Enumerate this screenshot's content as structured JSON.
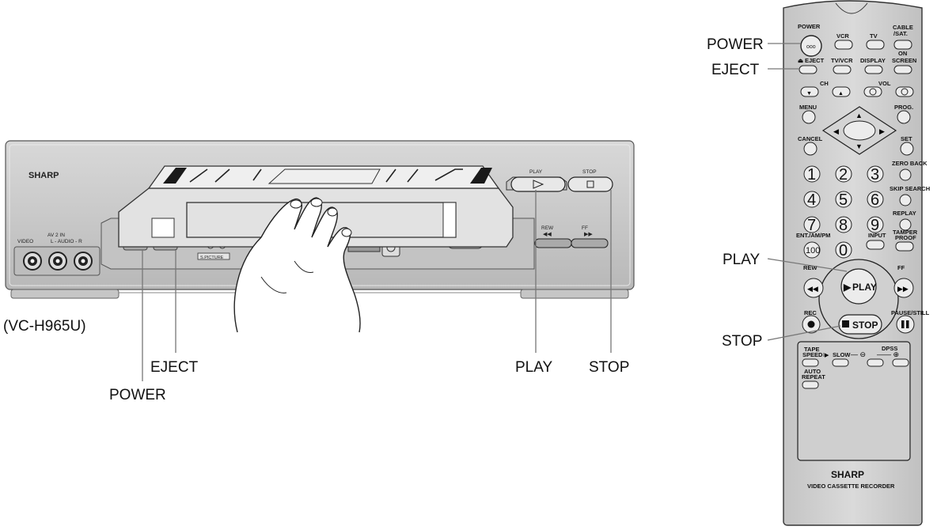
{
  "diagram": {
    "model_label": "(VC-H965U)",
    "vcr_callouts": {
      "eject": "EJECT",
      "power": "POWER",
      "play": "PLAY",
      "stop": "STOP"
    },
    "remote_callouts": {
      "power": "POWER",
      "eject": "EJECT",
      "play": "PLAY",
      "stop": "STOP"
    }
  },
  "vcr": {
    "brand": "SHARP",
    "av_in_label": "AV 2 IN",
    "video_label": "VIDEO",
    "audio_label": "L - AUDIO - R",
    "play_label": "PLAY",
    "stop_label": "STOP",
    "rew_label": "REW",
    "ff_label": "FF",
    "spicture_label": "S.PICTURE"
  },
  "remote": {
    "brand": "SHARP",
    "subtitle": "VIDEO CASSETTE RECORDER",
    "buttons": {
      "power": "POWER",
      "vcr": "VCR",
      "tv": "TV",
      "cable_1": "CABLE",
      "cable_2": "/SAT.",
      "eject": "EJECT",
      "tvvcr": "TV/VCR",
      "display": "DISPLAY",
      "on": "ON",
      "screen": "SCREEN",
      "ch": "CH",
      "vol": "VOL",
      "menu": "MENU",
      "prog": "PROG.",
      "cancel": "CANCEL",
      "set": "SET",
      "zero_back": "ZERO BACK",
      "skip_search": "SKIP SEARCH",
      "replay": "REPLAY",
      "tamper": "TAMPER",
      "proof": "PROOF",
      "ent": "ENT./AM/PM",
      "input": "INPUT",
      "btn_100": "100",
      "rew": "REW",
      "ff": "FF",
      "play": "PLAY",
      "rec": "REC",
      "stop": "STOP",
      "pause": "PAUSE/STILL",
      "tape": "TAPE",
      "speed": "SPEED",
      "slow": "SLOW",
      "dpss": "DPSS",
      "auto": "AUTO",
      "repeat": "REPEAT"
    },
    "digits": [
      "1",
      "2",
      "3",
      "4",
      "5",
      "6",
      "7",
      "8",
      "9",
      "0"
    ]
  }
}
